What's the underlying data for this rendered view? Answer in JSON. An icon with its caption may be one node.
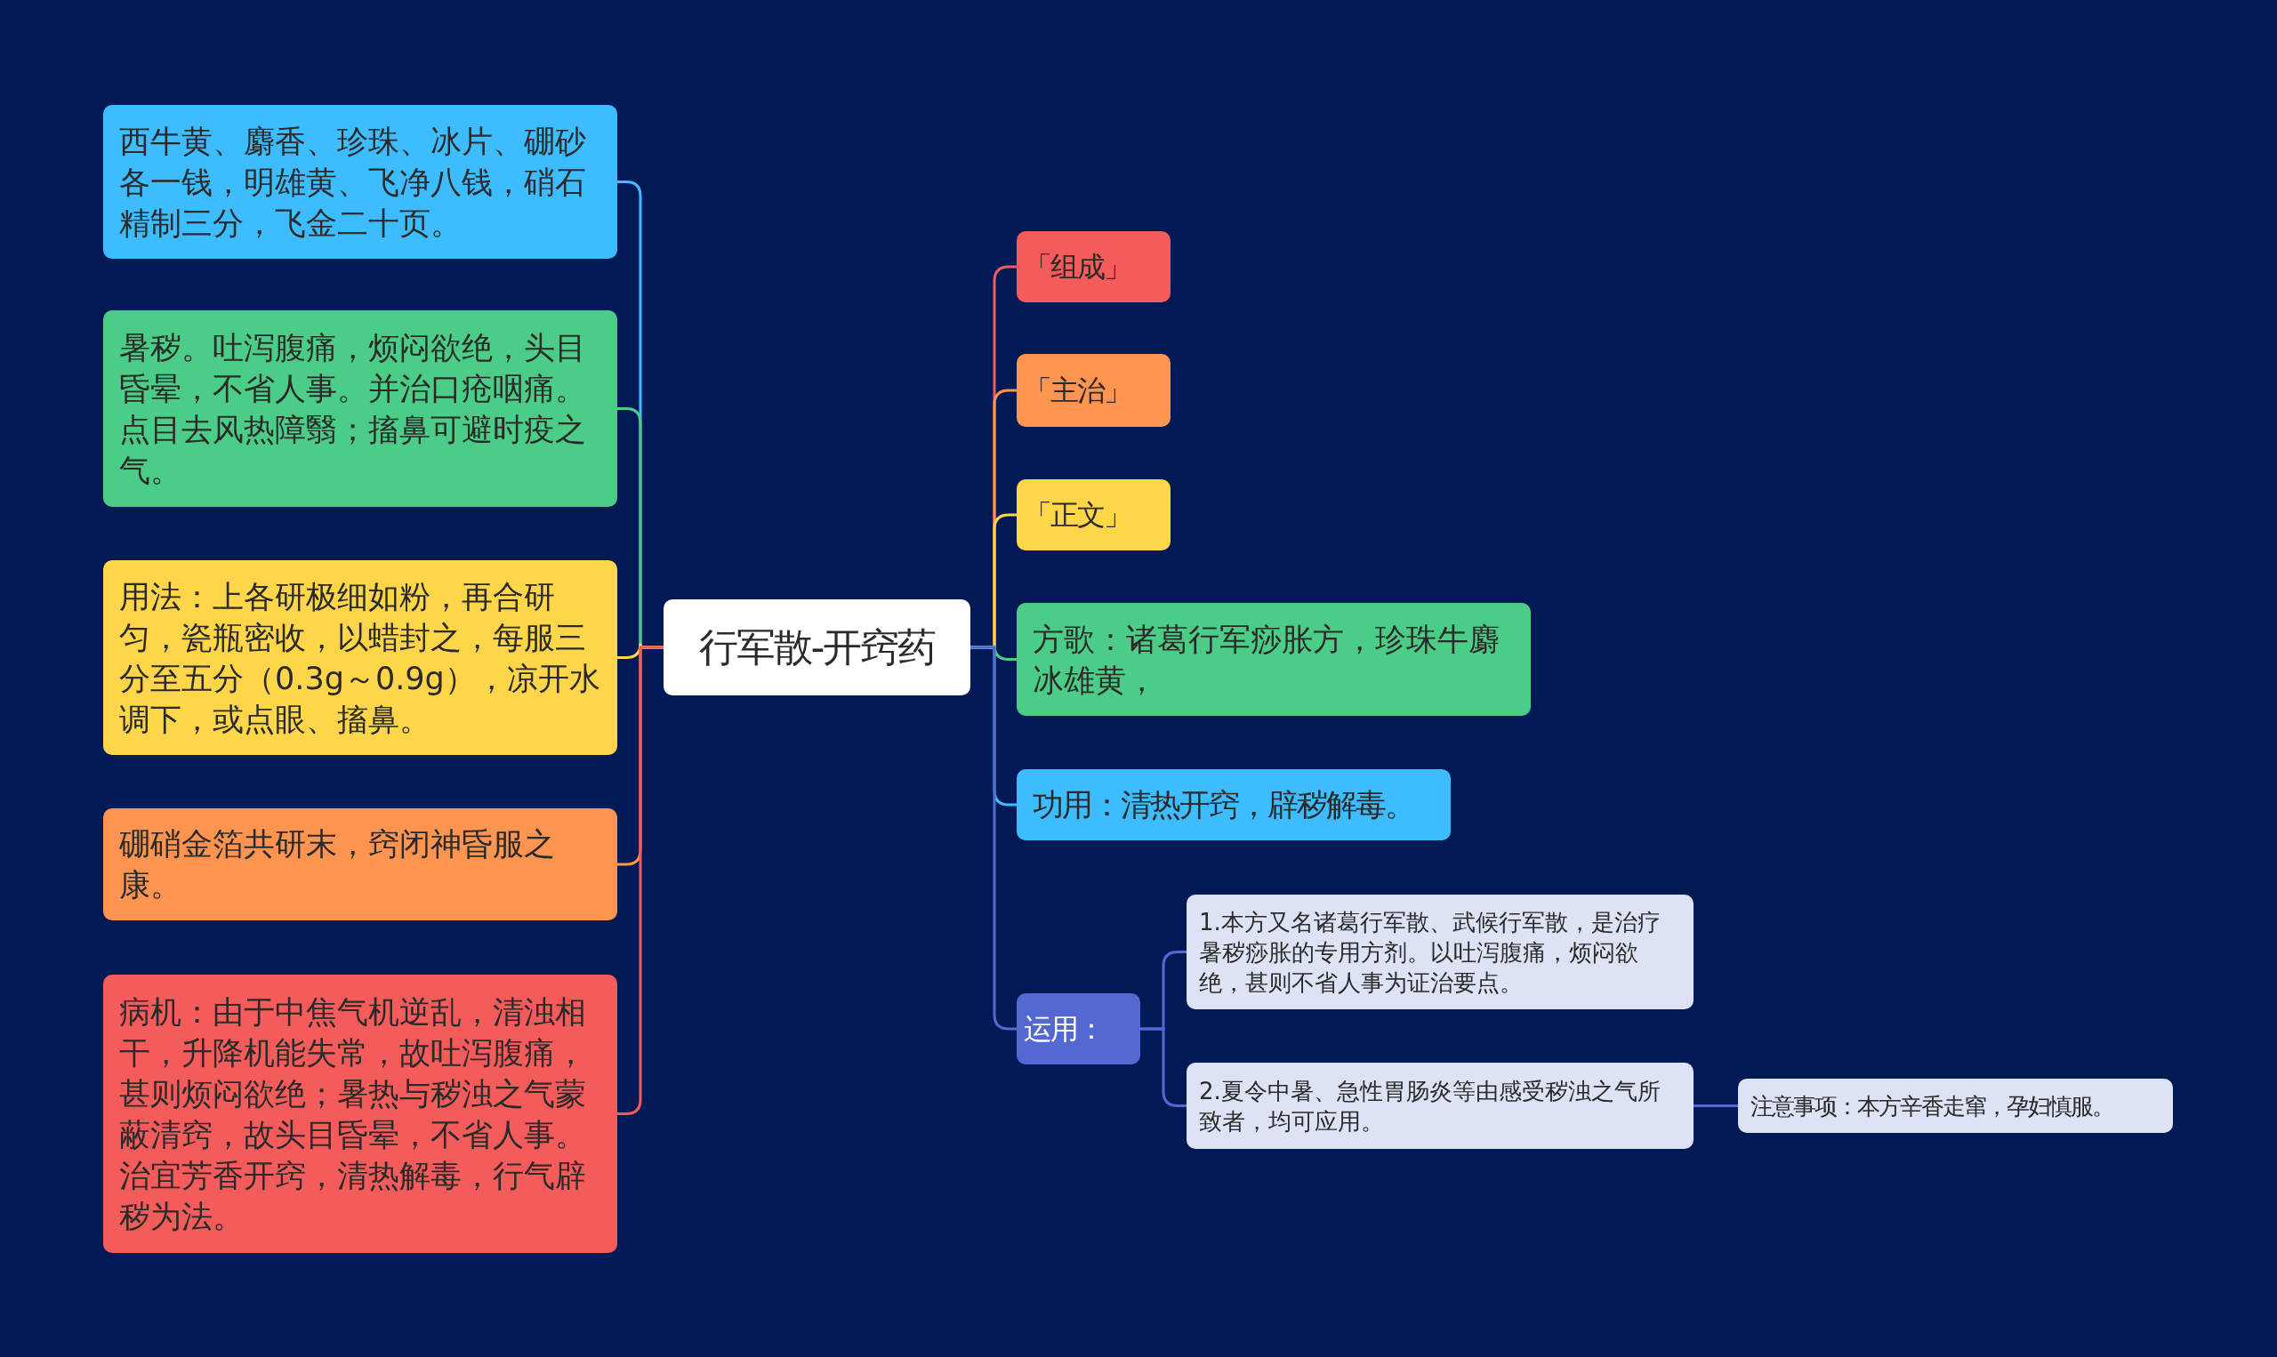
{
  "diagram": {
    "nodes": [
      {
        "text": [
          "行军散-开窍药"
        ]
      },
      {
        "text": [
          "西牛黄、麝香、珍珠、冰片、硼砂各一钱，明雄黄、飞净八钱，硝石精制三分，飞金二十页。"
        ]
      },
      {
        "text": [
          "暑秽。吐泻腹痛，烦闷欲绝，头目昏晕，不省人事。并治口疮咽痛。点目去风热障翳；搐鼻可避时疫之气。"
        ]
      },
      {
        "text": [
          "用法：上各研极细如粉，再合研匀，瓷瓶密收，以蜡封之，每服三分至五分（0.3g～0.9g），凉开水调下，或点眼、搐鼻。"
        ]
      },
      {
        "text": [
          "硼硝金箔共研末，窍闭神昏服之康。"
        ]
      },
      {
        "text": [
          "病机：由于中焦气机逆乱，清浊相干，升降机能失常，故吐泻腹痛，甚则烦闷欲绝；暑热与秽浊之气蒙蔽清窍，故头目昏晕，不省人事。治宜芳香开窍，清热解毒，行气辟秽为法。"
        ]
      },
      {
        "text": [
          "「组成」"
        ]
      },
      {
        "text": [
          "「主治」"
        ]
      },
      {
        "text": [
          "「正文」"
        ]
      },
      {
        "text": [
          "方歌：诸葛行军痧胀方，珍珠牛麝冰雄黄，"
        ]
      },
      {
        "text": [
          "功用：清热开窍，辟秽解毒。"
        ]
      },
      {
        "text": [
          "运用："
        ]
      },
      {
        "text": [
          "1.本方又名诸葛行军散、武候行军散，是治疗暑秽痧胀的专用方剂。以吐泻腹痛，烦闷欲绝，甚则不省人事为证治要点。"
        ]
      },
      {
        "text": [
          "2.夏令中暑、急性胃肠炎等由感受秽浊之气所致者，均可应用。"
        ]
      },
      {
        "text": [
          "注意事项：本方辛香走窜，孕妇慎服。"
        ]
      }
    ],
    "edges": [
      {
        "from": 0,
        "to": 1,
        "arrow": "none",
        "color": "#3dbdff"
      },
      {
        "from": 0,
        "to": 2,
        "arrow": "none",
        "color": "#4bcd87"
      },
      {
        "from": 0,
        "to": 3,
        "arrow": "none",
        "color": "#ffd54a"
      },
      {
        "from": 0,
        "to": 4,
        "arrow": "none",
        "color": "#fd9550"
      },
      {
        "from": 0,
        "to": 5,
        "arrow": "none",
        "color": "#f45b5b"
      },
      {
        "from": 0,
        "to": 6,
        "arrow": "none",
        "color": "#f45b5b"
      },
      {
        "from": 0,
        "to": 7,
        "arrow": "none",
        "color": "#fd9550"
      },
      {
        "from": 0,
        "to": 8,
        "arrow": "none",
        "color": "#ffd54a"
      },
      {
        "from": 0,
        "to": 9,
        "arrow": "none",
        "color": "#4bcd87"
      },
      {
        "from": 0,
        "to": 10,
        "arrow": "none",
        "color": "#3dbdff"
      },
      {
        "from": 0,
        "to": 11,
        "arrow": "none",
        "color": "#5468d4"
      },
      {
        "from": 11,
        "to": 12,
        "arrow": "none",
        "color": "#5468d4"
      },
      {
        "from": 11,
        "to": 13,
        "arrow": "none",
        "color": "#5468d4"
      },
      {
        "from": 13,
        "to": 14,
        "arrow": "none",
        "color": "#5468d4"
      }
    ]
  }
}
